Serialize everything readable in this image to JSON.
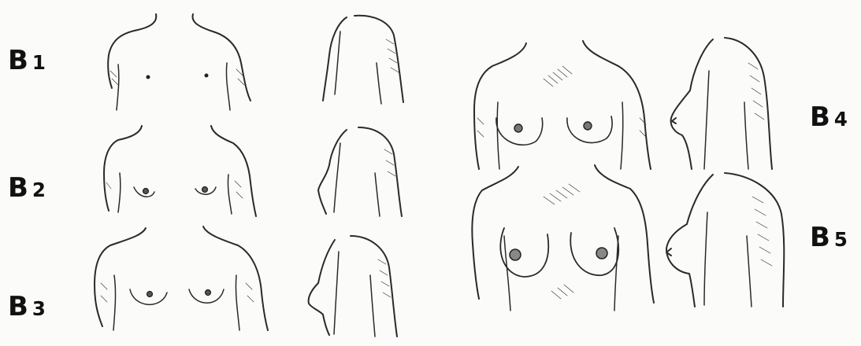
{
  "stages": [
    {
      "id": "B1",
      "letter": "B",
      "number": "1"
    },
    {
      "id": "B2",
      "letter": "B",
      "number": "2"
    },
    {
      "id": "B3",
      "letter": "B",
      "number": "3"
    },
    {
      "id": "B4",
      "letter": "B",
      "number": "4"
    },
    {
      "id": "B5",
      "letter": "B",
      "number": "5"
    }
  ]
}
